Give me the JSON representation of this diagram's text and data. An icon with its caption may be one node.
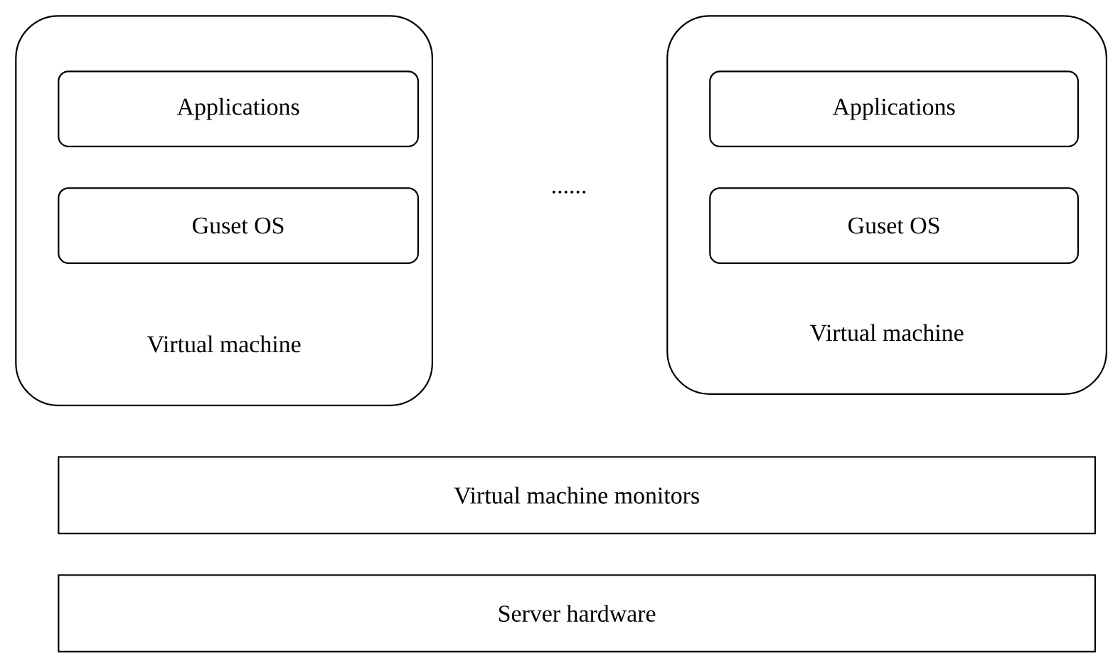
{
  "diagram": {
    "nodes": [
      {
        "text": [
          "Virtual machine"
        ]
      },
      {
        "text": [
          "Applications"
        ],
        "in": 0
      },
      {
        "text": [
          "Guset OS"
        ],
        "in": 0
      },
      {
        "text": [
          "Virtual machine"
        ]
      },
      {
        "text": [
          "Applications"
        ],
        "in": 3
      },
      {
        "text": [
          "Guset OS"
        ],
        "in": 3
      },
      {
        "text": [
          "Virtual machine monitors"
        ]
      },
      {
        "text": [
          "Server hardware"
        ]
      }
    ],
    "labels": [
      "......"
    ]
  }
}
